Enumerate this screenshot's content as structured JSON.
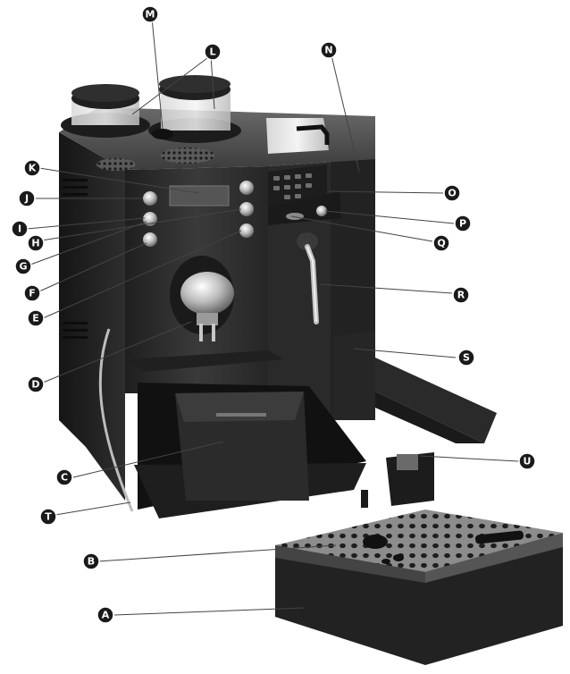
{
  "diagram": {
    "callouts": [
      "A",
      "B",
      "C",
      "D",
      "E",
      "F",
      "G",
      "H",
      "I",
      "J",
      "K",
      "L",
      "M",
      "N",
      "O",
      "P",
      "Q",
      "R",
      "S",
      "T",
      "U"
    ]
  },
  "colors": {
    "body_dark": "#2b2b2b",
    "body_mid": "#3a3a3a",
    "body_light": "#555555",
    "metal": "#c9c9c9",
    "tray_top": "#8f8f8f",
    "badge": "#1a1a1a"
  }
}
